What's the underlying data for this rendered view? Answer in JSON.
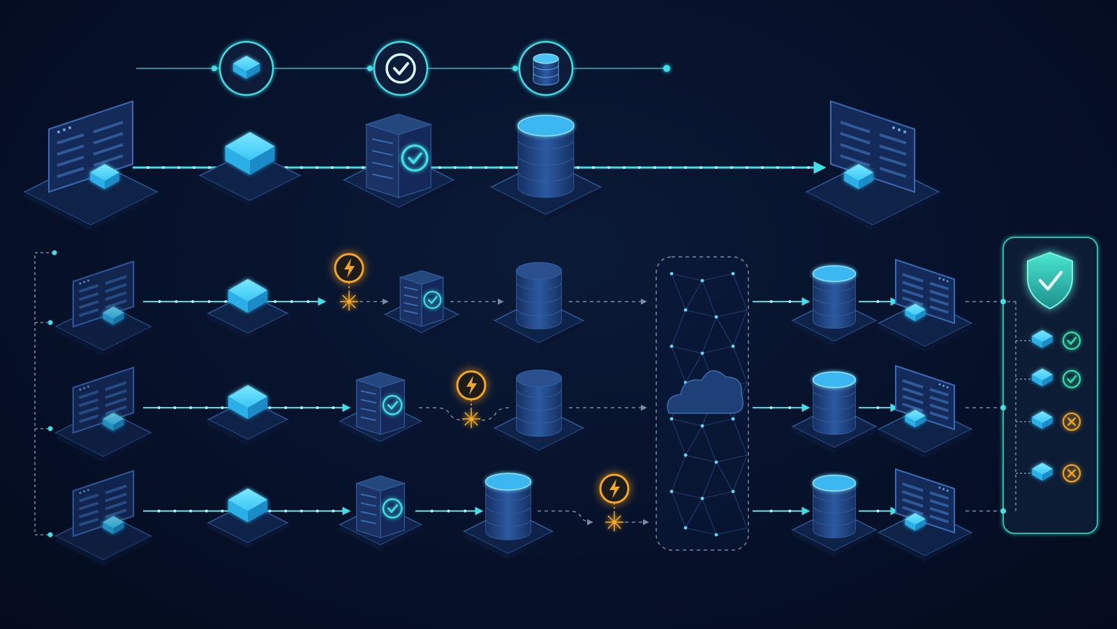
{
  "colors": {
    "background": "#06112a",
    "accent_cyan": "#3fe0e8",
    "cube_blue": "#2fb8ee",
    "node_dark": "#15284e",
    "node_edge": "#2d5c9c",
    "fault_orange": "#f5a623",
    "pass_green": "#35e0a8",
    "fail_orange": "#f5a623",
    "shield_teal": "#2ec9b5",
    "dashed_gray": "#7f8aa0"
  },
  "legend_steps": [
    {
      "name": "package-step",
      "icon": "cube-icon"
    },
    {
      "name": "verify-step",
      "icon": "check-icon"
    },
    {
      "name": "store-step",
      "icon": "database-icon"
    }
  ],
  "main_pipeline": {
    "nodes": [
      "source-workstation",
      "build-cube",
      "verify-server",
      "database",
      "target-workstation"
    ]
  },
  "branches": [
    {
      "name": "branch-1",
      "fault_after": "build-cube",
      "path": [
        "workstation",
        "cube",
        "fault",
        "server",
        "database",
        "cloud"
      ]
    },
    {
      "name": "branch-2",
      "fault_after": "verify-server",
      "path": [
        "workstation",
        "cube",
        "server",
        "fault",
        "database",
        "cloud"
      ]
    },
    {
      "name": "branch-3",
      "fault_after": "database",
      "path": [
        "workstation",
        "cube",
        "server",
        "database",
        "fault",
        "cloud"
      ]
    }
  ],
  "output_lanes": [
    {
      "name": "lane-1",
      "path": [
        "database",
        "workstation"
      ]
    },
    {
      "name": "lane-2",
      "path": [
        "database",
        "workstation"
      ]
    },
    {
      "name": "lane-3",
      "path": [
        "database",
        "workstation"
      ]
    }
  ],
  "security_panel": {
    "icon": "shield-check-icon",
    "results": [
      {
        "status": "pass",
        "icon": "check-icon"
      },
      {
        "status": "pass",
        "icon": "check-icon"
      },
      {
        "status": "fail",
        "icon": "x-icon"
      },
      {
        "status": "fail",
        "icon": "x-icon"
      }
    ]
  }
}
